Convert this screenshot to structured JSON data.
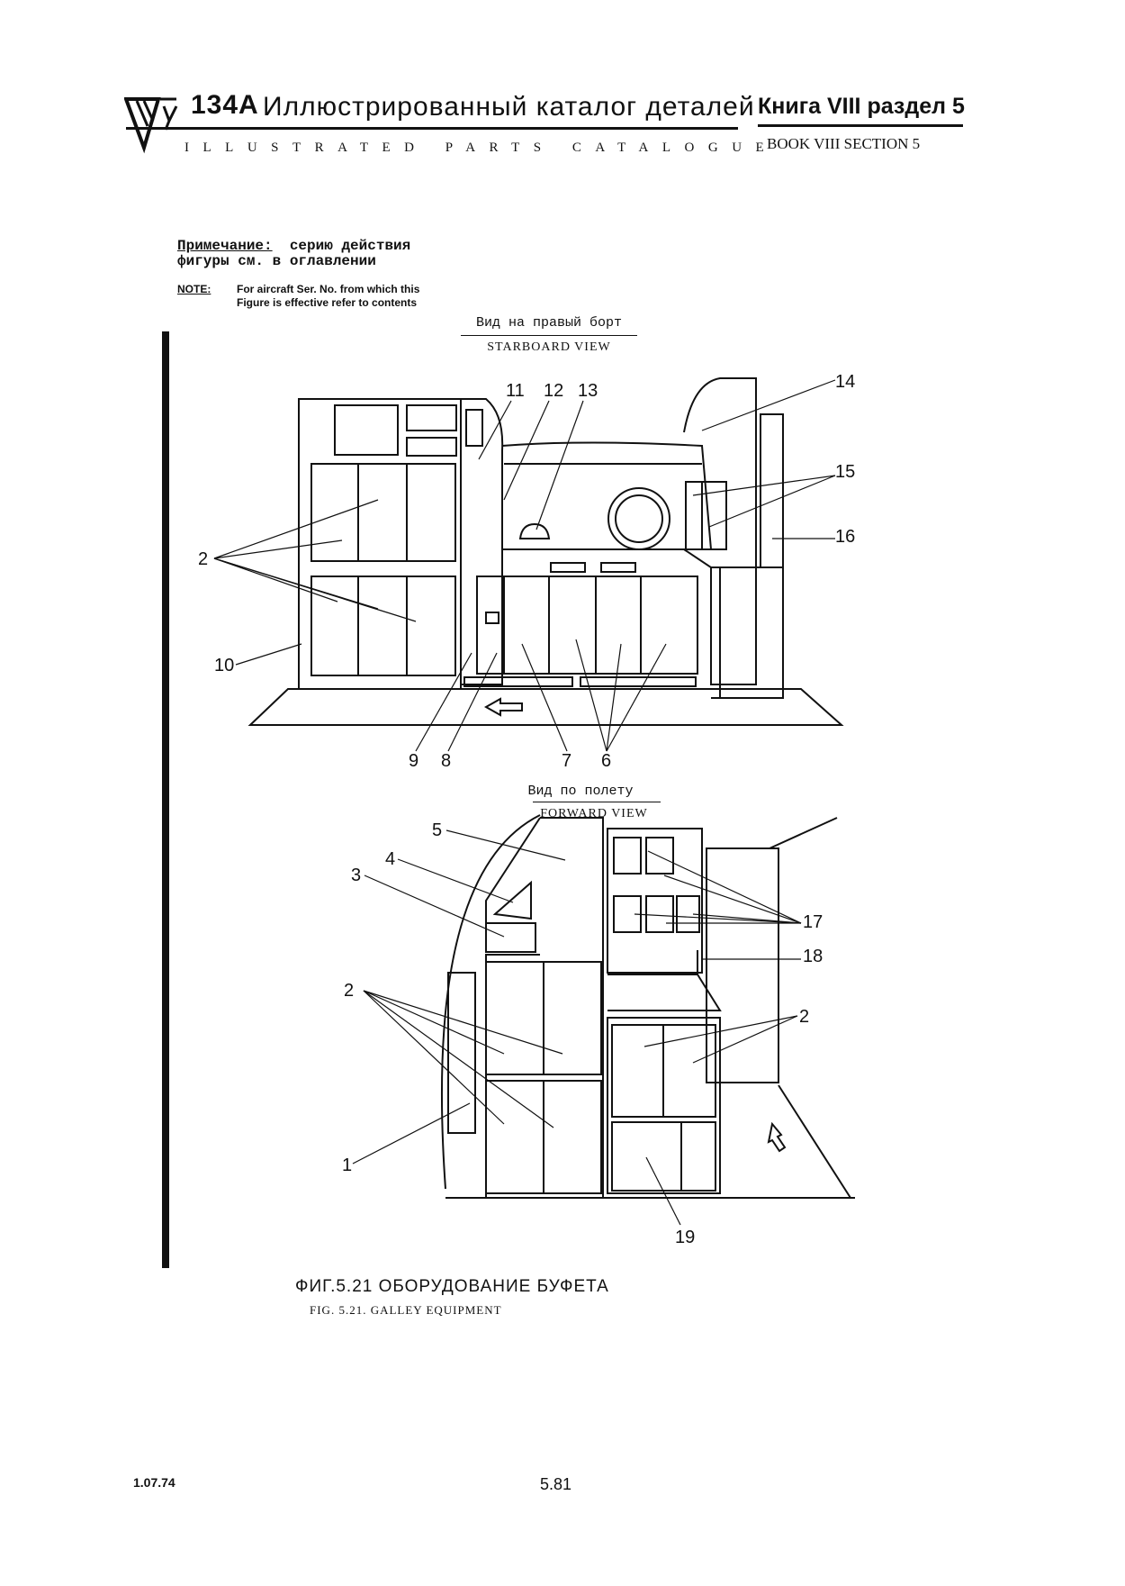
{
  "header": {
    "model": "134A",
    "title_ru": "Иллюстрированный каталог деталей",
    "title_en": "ILLUSTRATED PARTS CATALOGUE",
    "book_ru": "Книга VIII раздел 5",
    "book_en": "BOOK VIII SECTION 5"
  },
  "note": {
    "ru_label": "Примечание:",
    "ru_text_1": "серию действия",
    "ru_text_2": "фигуры см. в оглавлении",
    "en_label": "NOTE:",
    "en_text": "For aircraft Ser. No. from which this Figure is effective refer to contents"
  },
  "views": {
    "starboard_ru": "Вид на правый борт",
    "starboard_en": "STARBOARD VIEW",
    "forward_ru": "Вид по полету",
    "forward_en": "FORWARD VIEW"
  },
  "callouts": {
    "c1": "1",
    "c2": "2",
    "c3": "3",
    "c4": "4",
    "c5": "5",
    "c6": "6",
    "c7": "7",
    "c8": "8",
    "c9": "9",
    "c10": "10",
    "c11": "11",
    "c12": "12",
    "c13": "13",
    "c14": "14",
    "c15": "15",
    "c16": "16",
    "c17": "17",
    "c18": "18",
    "c19": "19"
  },
  "caption": {
    "ru": "ФИГ.5.21 ОБОРУДОВАНИЕ БУФЕТА",
    "en": "FIG. 5.21. GALLEY EQUIPMENT"
  },
  "footer": {
    "date": "1.07.74",
    "page": "5.81"
  }
}
